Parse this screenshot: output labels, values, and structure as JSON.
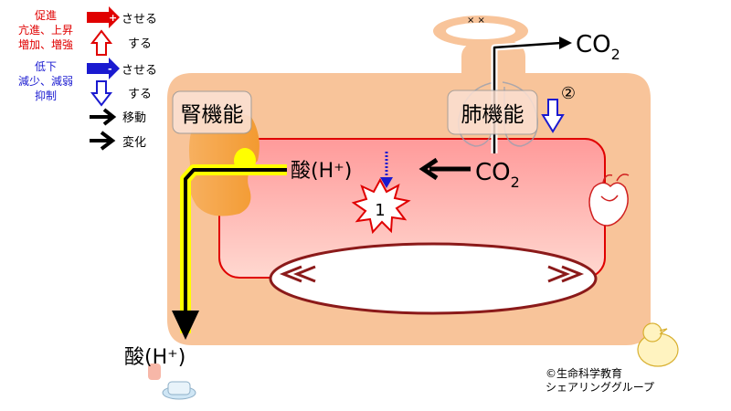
{
  "legend": {
    "promote_terms": [
      "促進",
      "亢進、上昇",
      "増加、増強"
    ],
    "promote_causative": "させる",
    "promote_intransitive": "する",
    "reduce_terms": [
      "低下",
      "減少、減弱",
      "抑制"
    ],
    "reduce_causative": "させる",
    "reduce_intransitive": "する",
    "move": "移動",
    "change": "変化"
  },
  "labels": {
    "kidney_function": "腎機能",
    "lung_function": "肺機能",
    "acid_in_blood": "酸(H⁺)",
    "co2_in_blood": "CO",
    "co2_in_blood_sub": "2",
    "co2_exhaled": "CO",
    "co2_exhaled_sub": "2",
    "acid_excreted": "酸(H⁺)",
    "event_1": "1",
    "event_2": "②",
    "nose_marks": "× ×"
  },
  "credit": {
    "line1": "©生命科学教育",
    "line2": "シェアリンググループ"
  },
  "colors": {
    "promote": "#e00000",
    "reduce": "#1a1ad0",
    "body": "#f8c49a",
    "blood_border": "#e00000",
    "kidney": "#f0a040"
  }
}
